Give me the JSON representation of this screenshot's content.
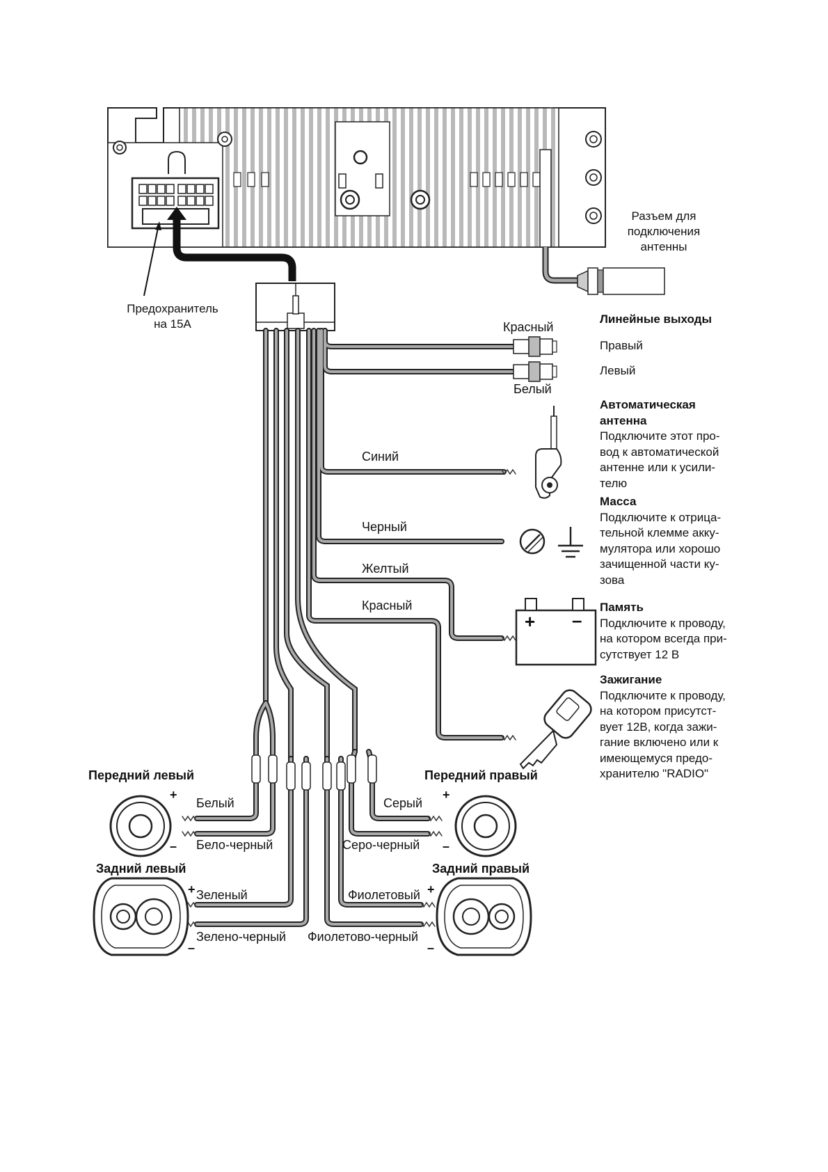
{
  "labels": {
    "antenna_jack": "Разъем для\nподключения\nантенны",
    "fuse": "Предохранитель\nна 15А",
    "wire_red_top": "Красный",
    "wire_white_top": "Белый",
    "wire_blue": "Синий",
    "wire_black": "Черный",
    "wire_yellow": "Желтый",
    "wire_red": "Красный",
    "front_left": "Передний левый",
    "front_right": "Передний правый",
    "rear_left": "Задний левый",
    "rear_right": "Задний правый",
    "fl_plus": "Белый",
    "fl_minus": "Бело-черный",
    "fr_plus": "Серый",
    "fr_minus": "Серо-черный",
    "rl_plus": "Зеленый",
    "rl_minus": "Зелено-черный",
    "rr_plus": "Фиолетовый",
    "rr_minus": "Фиолетово-черный",
    "plus_sign": "+",
    "minus_sign": "–"
  },
  "right_panel": {
    "line_out_title": "Линейные выходы",
    "line_out_right": "Правый",
    "line_out_left": "Левый",
    "auto_antenna_title": "Автоматическая\nантенна",
    "auto_antenna_desc": "Подключите этот про-\nвод к автоматической\nантенне или к усили-\nтелю",
    "ground_title": "Масса",
    "ground_desc": "Подключите к отрица-\nтельной клемме акку-\nмулятора или хорошо\nзачищенной части ку-\nзова",
    "memory_title": "Память",
    "memory_desc": "Подключите к проводу,\nна котором всегда при-\nсутствует 12 В",
    "ignition_title": "Зажигание",
    "ignition_desc": "Подключите к проводу,\nна котором присутст-\nвует 12В, когда зажи-\nгание включено или к\nимеющемуся предо-\nхранителю \"RADIO\""
  }
}
